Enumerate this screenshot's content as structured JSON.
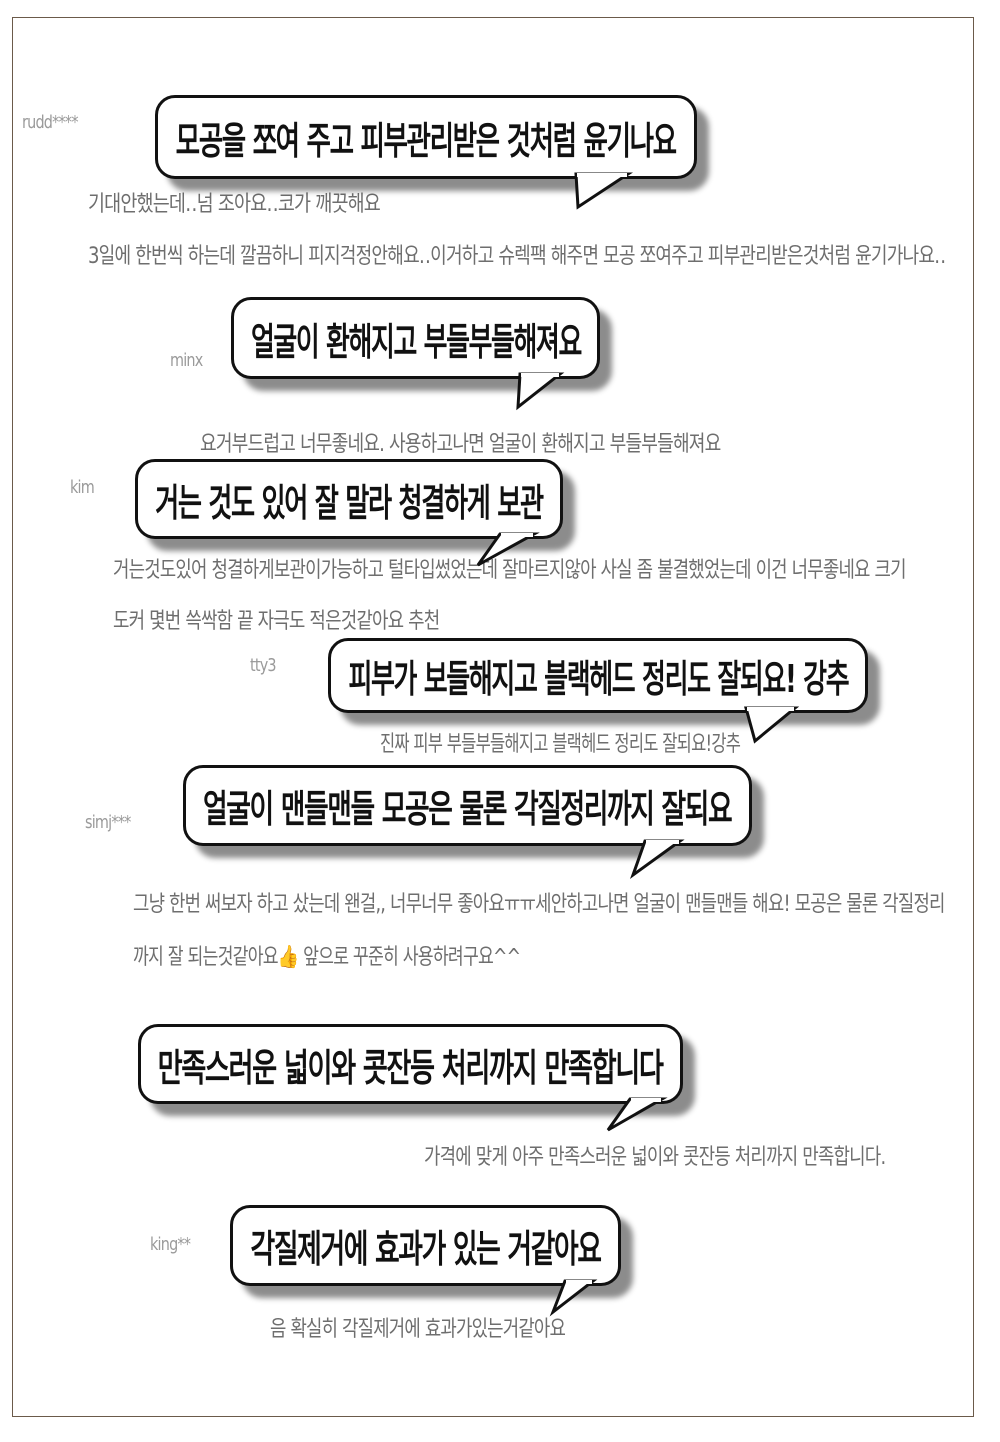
{
  "reviews": [
    {
      "user": "rudd****",
      "bubble": "모공을 쪼여 주고 피부관리받은 것처럼 윤기나요",
      "lines": [
        "기대안했는데‥넘 조아요‥코가 깨끗해요",
        "3일에 한번씩 하는데 깔끔하니 피지걱정안해요‥이거하고  슈렉팩 해주면 모공 쪼여주고 피부관리받은것처럼 윤기가나요‥"
      ]
    },
    {
      "user": "minx",
      "bubble": "얼굴이 환해지고 부들부들해져요",
      "lines": [
        "요거부드럽고 너무좋네요.  사용하고나면 얼굴이 환해지고 부들부들해져요"
      ]
    },
    {
      "user": "kim",
      "bubble": "거는 것도 있어 잘 말라 청결하게 보관",
      "lines": [
        "거는것도있어 청결하게보관이가능하고 털타입썼었는데 잘마르지않아 사실 좀 불결했었는데 이건 너무좋네요 크기",
        "도커 몇번 쓱싹함 끝 자극도 적은것같아요 추천"
      ]
    },
    {
      "user": "tty3",
      "bubble": "피부가 보들해지고 블랙헤드 정리도 잘되요! 강추",
      "lines": [
        "진짜 피부 부들부들해지고 블랙헤드 정리도 잘되요!강추"
      ]
    },
    {
      "user": "simj***",
      "bubble": "얼굴이 맨들맨들 모공은 물론 각질정리까지 잘되요",
      "lines": [
        "그냥 한번 써보자 하고 샀는데 왠걸,, 너무너무 좋아요ㅠㅠ세안하고나면 얼굴이 맨들맨들 해요! 모공은 물론 각질정리",
        "까지 잘 되는것같아요👍 앞으로 꾸준히 사용하려구요^^"
      ]
    },
    {
      "user": "",
      "bubble": "만족스러운 넓이와 콧잔등 처리까지 만족합니다",
      "lines": [
        "가격에 맞게 아주 만족스러운 넓이와 콧잔등 처리까지 만족합니다."
      ]
    },
    {
      "user": "king**",
      "bubble": "각질제거에 효과가 있는 거같아요",
      "lines": [
        "음 확실히 각질제거에 효과가있는거같아요"
      ]
    }
  ]
}
